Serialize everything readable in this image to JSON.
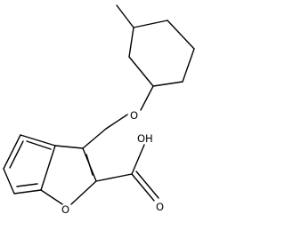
{
  "structure": {
    "atoms": {
      "ether_oxygen": "O",
      "furan_oxygen": "O",
      "hydroxyl": "OH",
      "acid_oxygen": "O"
    }
  }
}
